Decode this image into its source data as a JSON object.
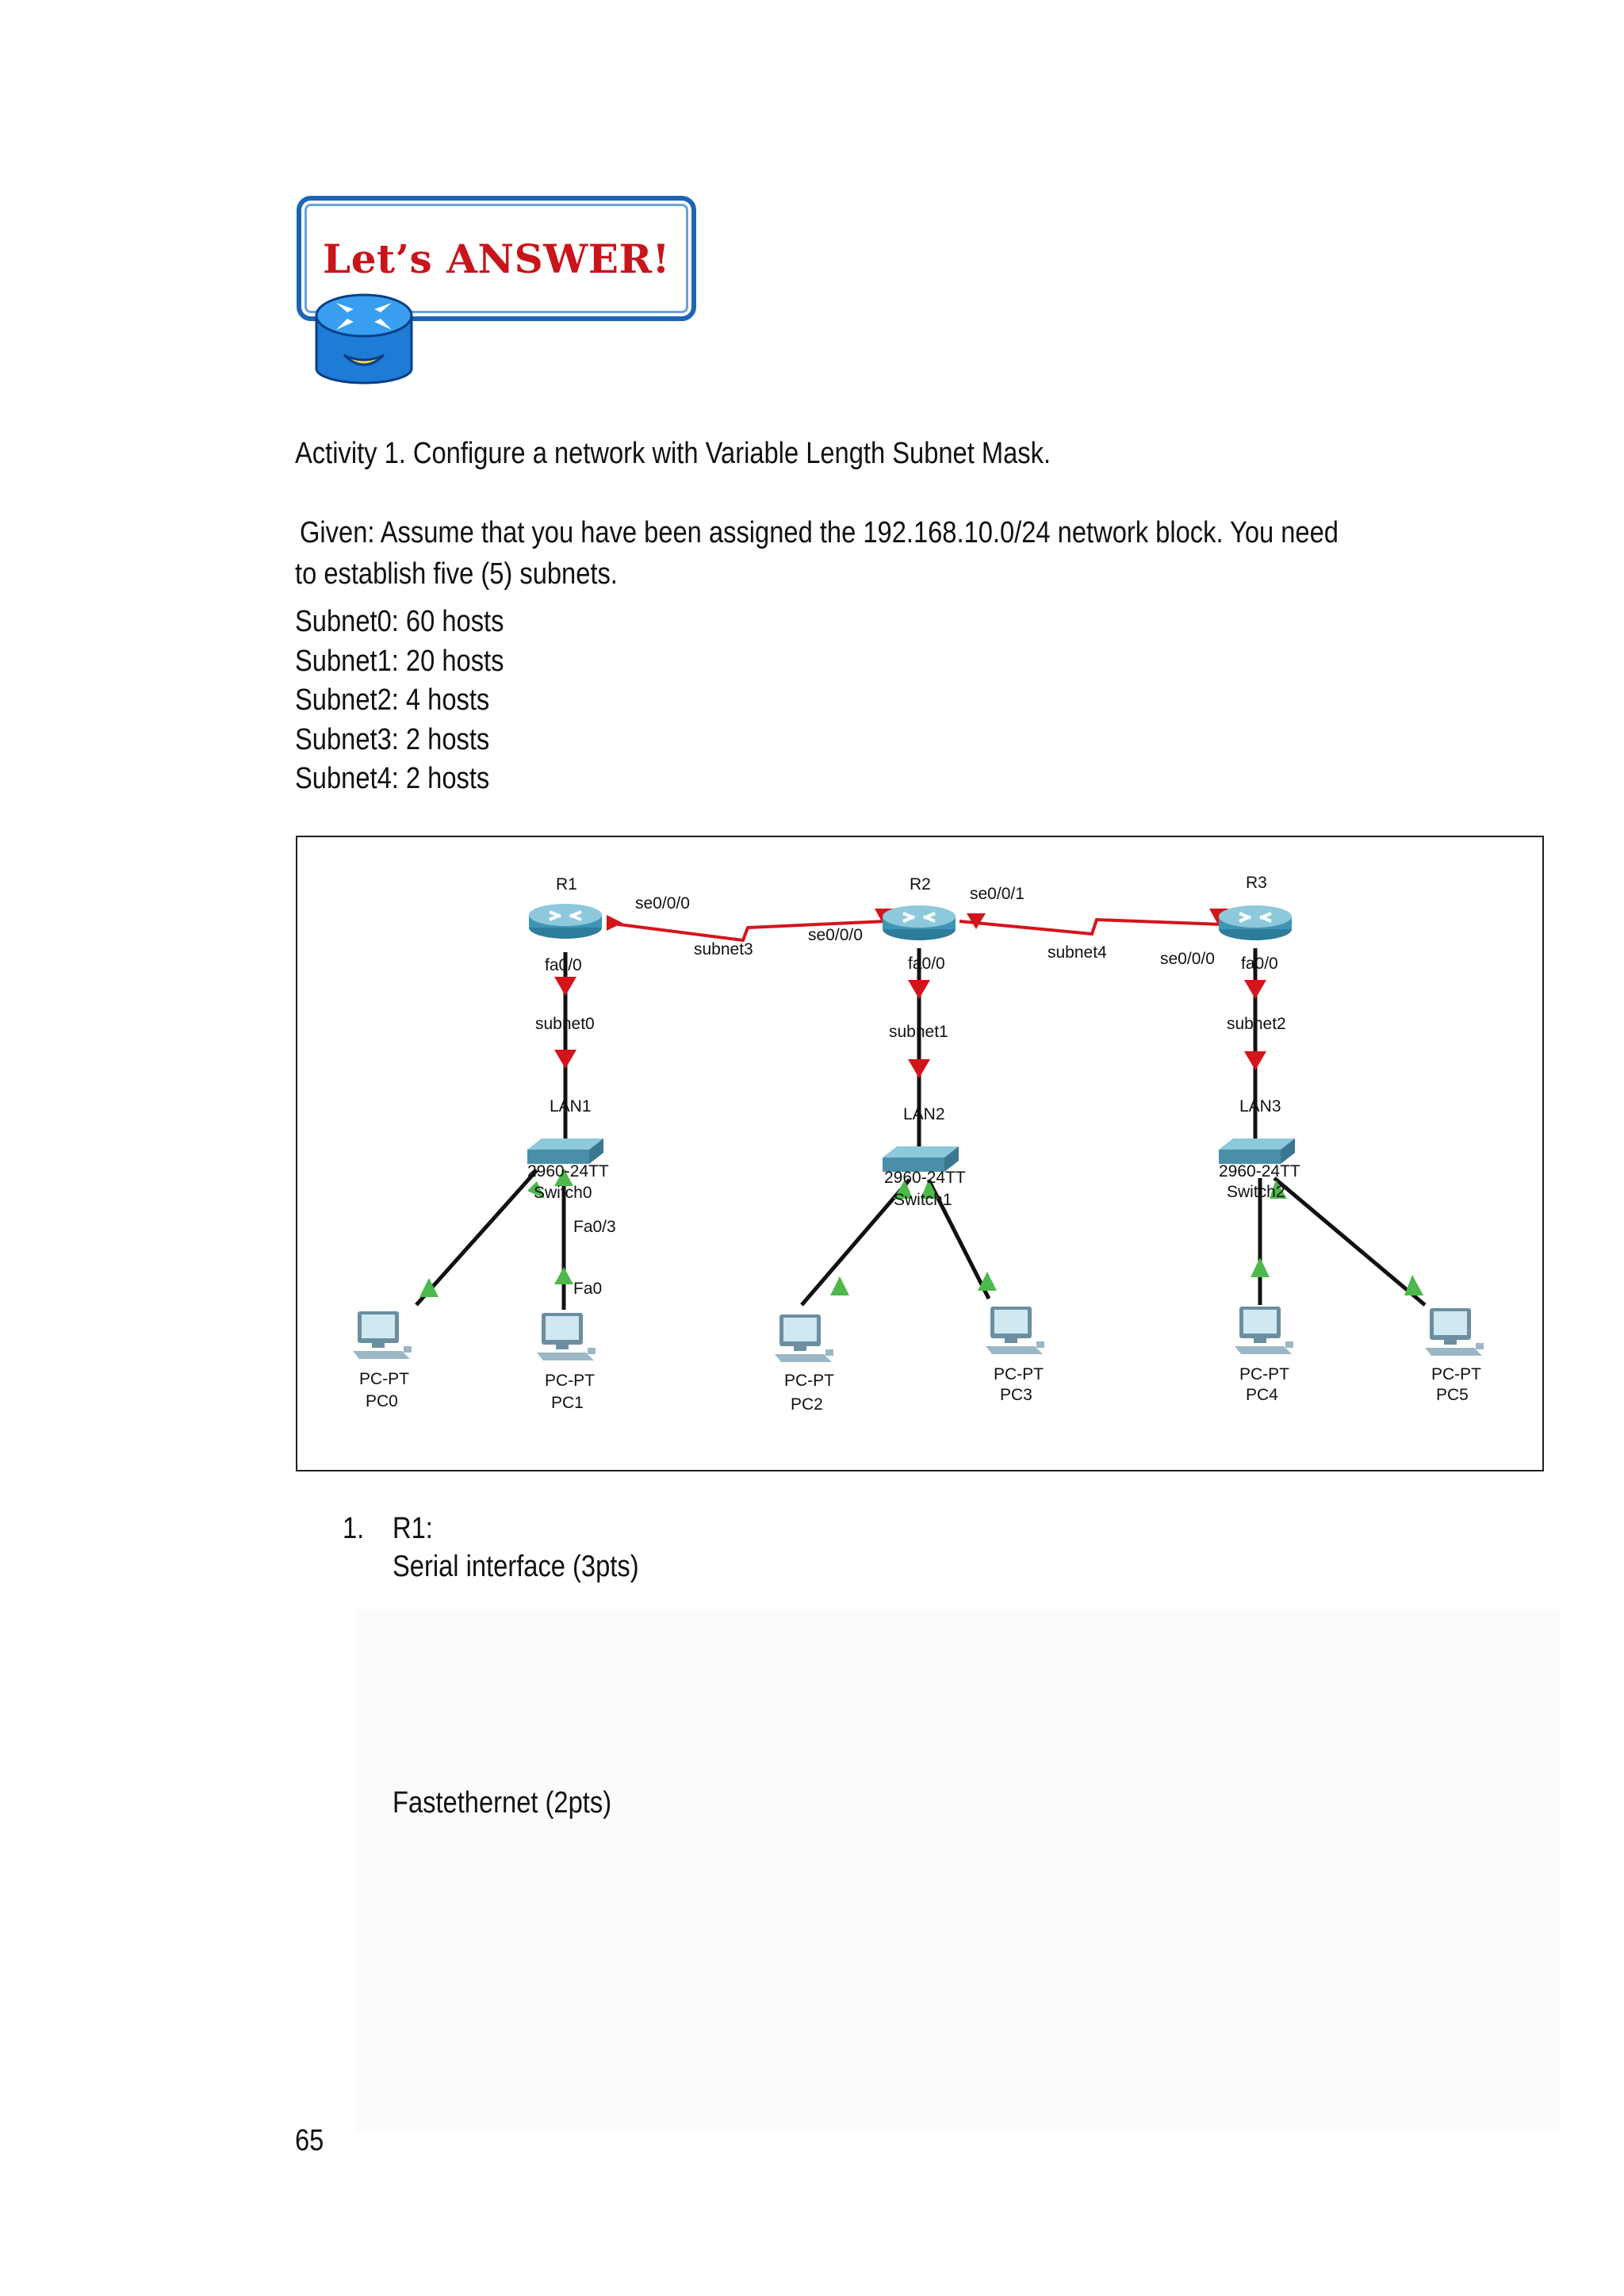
{
  "banner": {
    "title": "Let’s ANSWER!"
  },
  "activity": {
    "title": "Activity 1. Configure a network with Variable Length Subnet Mask.",
    "given_line1": "Given: Assume that you have been assigned the 192.168.10.0/24 network block. You need",
    "given_line2": "to establish five (5) subnets.",
    "subnets": [
      "Subnet0: 60 hosts",
      "Subnet1: 20 hosts",
      "Subnet2: 4 hosts",
      "Subnet3: 2 hosts",
      "Subnet4: 2 hosts"
    ]
  },
  "diagram": {
    "routers": [
      "R1",
      "R2",
      "R3"
    ],
    "serial_labels": [
      "se0/0/0",
      "se0/0/0",
      "se0/0/1",
      "se0/0/0"
    ],
    "wan_subnets": [
      "subnet3",
      "subnet4"
    ],
    "fa_labels": [
      "fa0/0",
      "fa0/0",
      "fa0/0"
    ],
    "lan_subnets": [
      "subnet0",
      "subnet1",
      "subnet2"
    ],
    "lans": [
      "LAN1",
      "LAN2",
      "LAN3"
    ],
    "switch_model": "2960-24TT",
    "switches": [
      "Switch0",
      "Switch1",
      "Switch2"
    ],
    "port_labels": [
      "Fa0/3",
      "Fa0"
    ],
    "pc_type": "PC-PT",
    "pcs": [
      "PC0",
      "PC1",
      "PC2",
      "PC3",
      "PC4",
      "PC5"
    ],
    "colors": {
      "serial_link": "#d4141b",
      "triangle_red": "#d4141b",
      "triangle_green": "#4db84b",
      "router": "#3f95b5",
      "switch": "#4a8fa8"
    }
  },
  "questions": {
    "number": "1.",
    "router": "R1:",
    "serial": "Serial interface (3pts)",
    "fast": "Fastethernet (2pts)"
  },
  "page_number": "65"
}
